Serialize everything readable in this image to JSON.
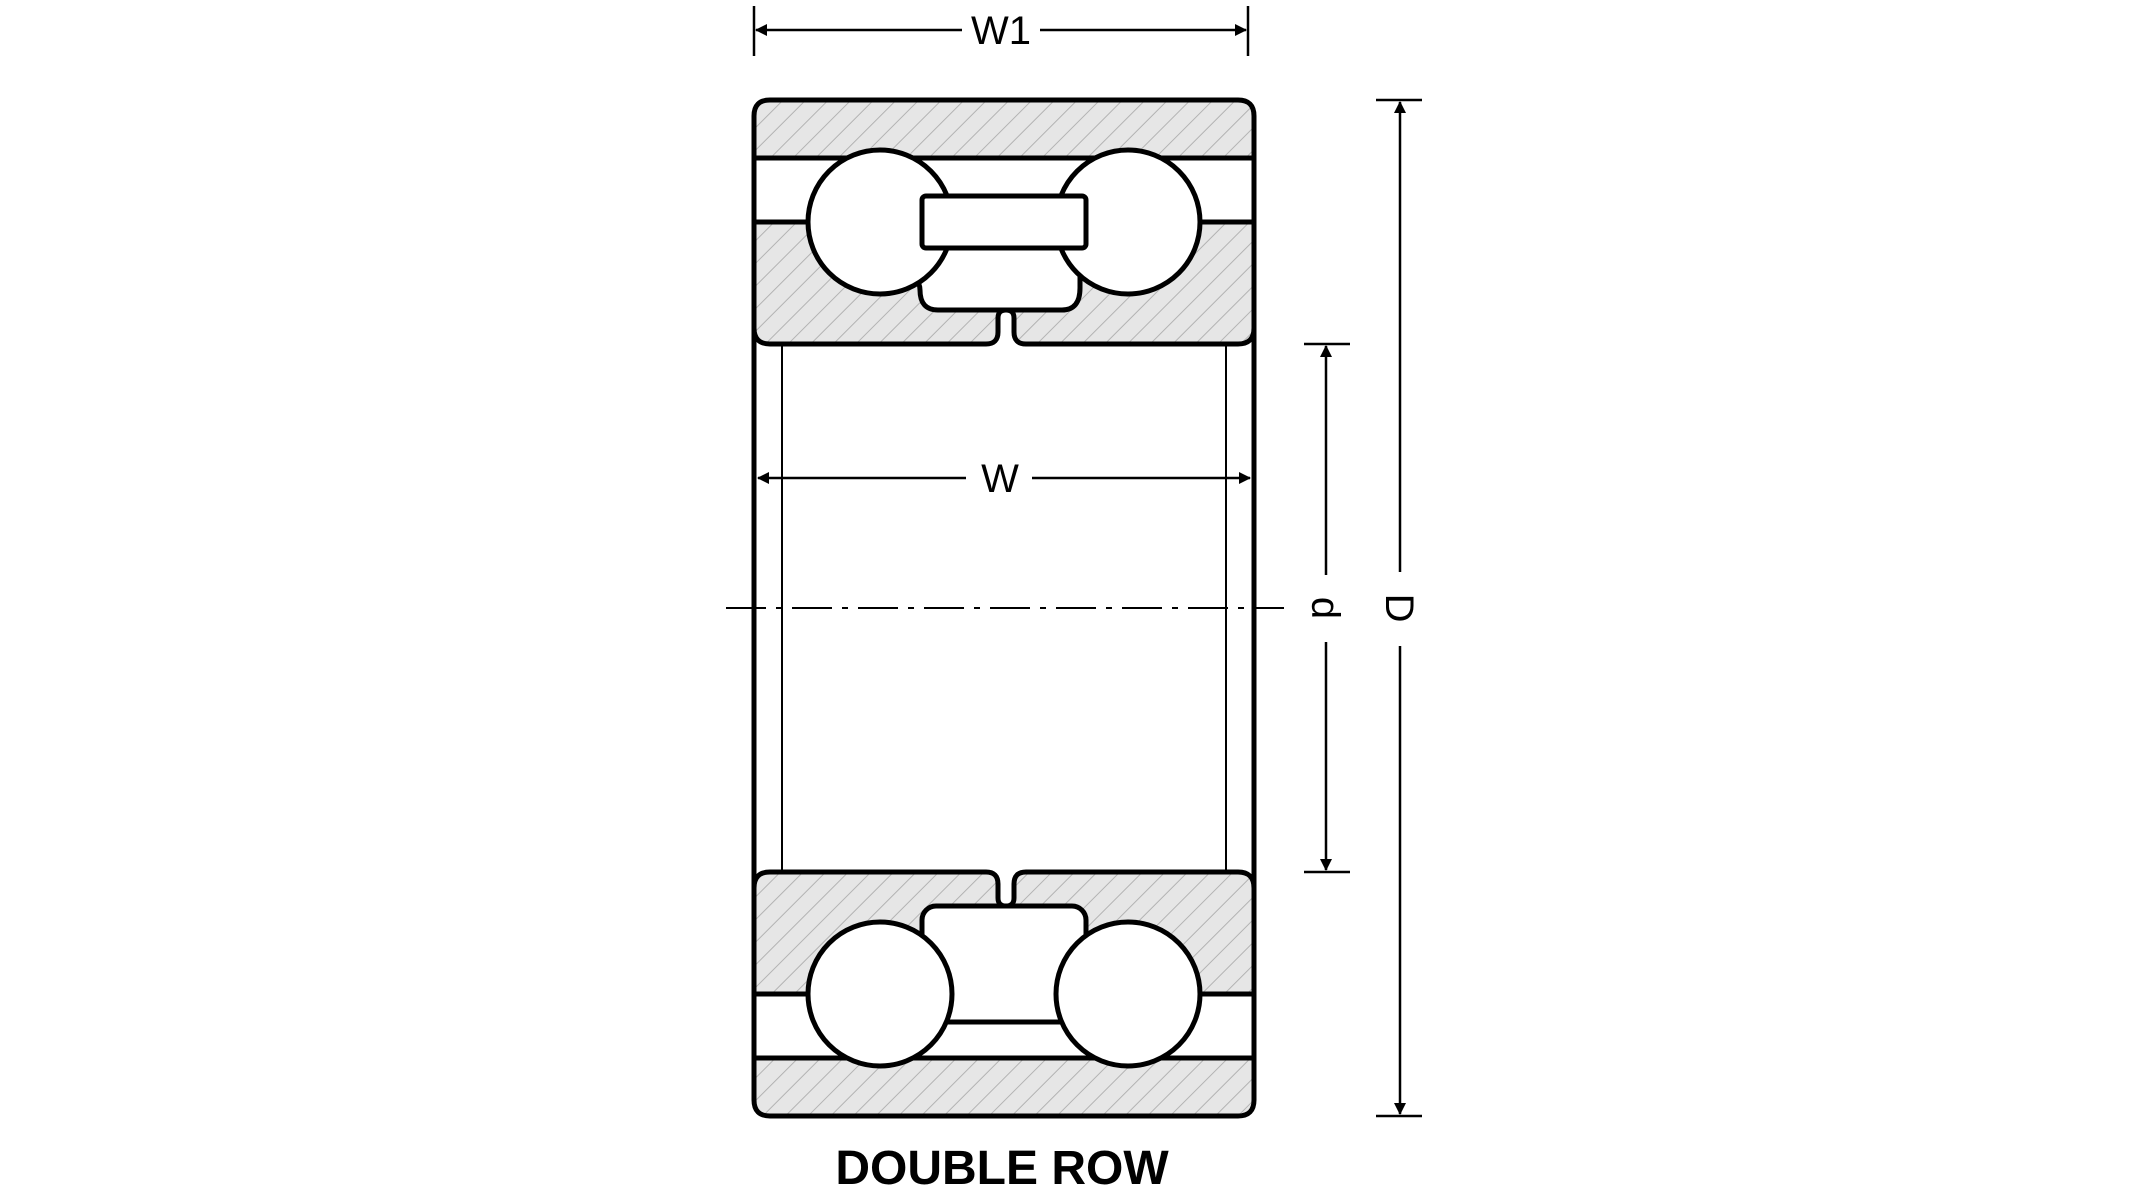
{
  "diagram": {
    "caption": "DOUBLE ROW",
    "dimensions": {
      "outer_width": "W1",
      "inner_width": "W",
      "bore": "d",
      "outer_diameter": "D"
    }
  },
  "colors": {
    "stroke": "#000000",
    "section_fill": "#e6e6e6",
    "hatch": "#b3b3b3",
    "background": "#ffffff"
  }
}
